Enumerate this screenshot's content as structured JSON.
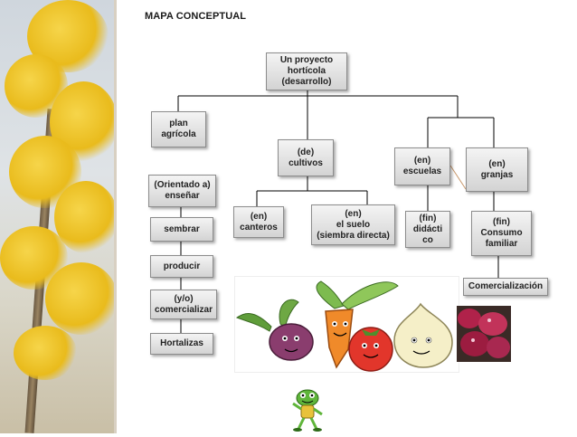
{
  "title": "MAPA CONCEPTUAL",
  "colors": {
    "node_top": "#f4f4f4",
    "node_bottom": "#d3d3d3",
    "border": "#8c8c8c",
    "line": "#000000"
  },
  "nodes": {
    "root": "Un proyecto\nhortícola\n(desarrollo)",
    "plan": "plan\nagrícola",
    "cultivos": "(de)\ncultivos",
    "escuelas": "(en)\nescuelas",
    "granjas": "(en)\ngranjas",
    "orientado": "(Orientado a)\nenseñar",
    "sembrar": "sembrar",
    "producir": "producir",
    "comercializar": "(y/o)\ncomercializar",
    "hortalizas": "Hortalizas",
    "canteros": "(en)\ncanteros",
    "suelo": "(en)\nel suelo\n(siembra directa)",
    "didactico": "(fin)\ndidácti\nco",
    "consumo": "(fin)\nConsumo\nfamiliar",
    "comercializacion": "Comercialización"
  },
  "images": {
    "left": "tree-photo",
    "center": "vegetables-illustration",
    "right": "fruit-photo",
    "bottom": "frog-mascot"
  }
}
